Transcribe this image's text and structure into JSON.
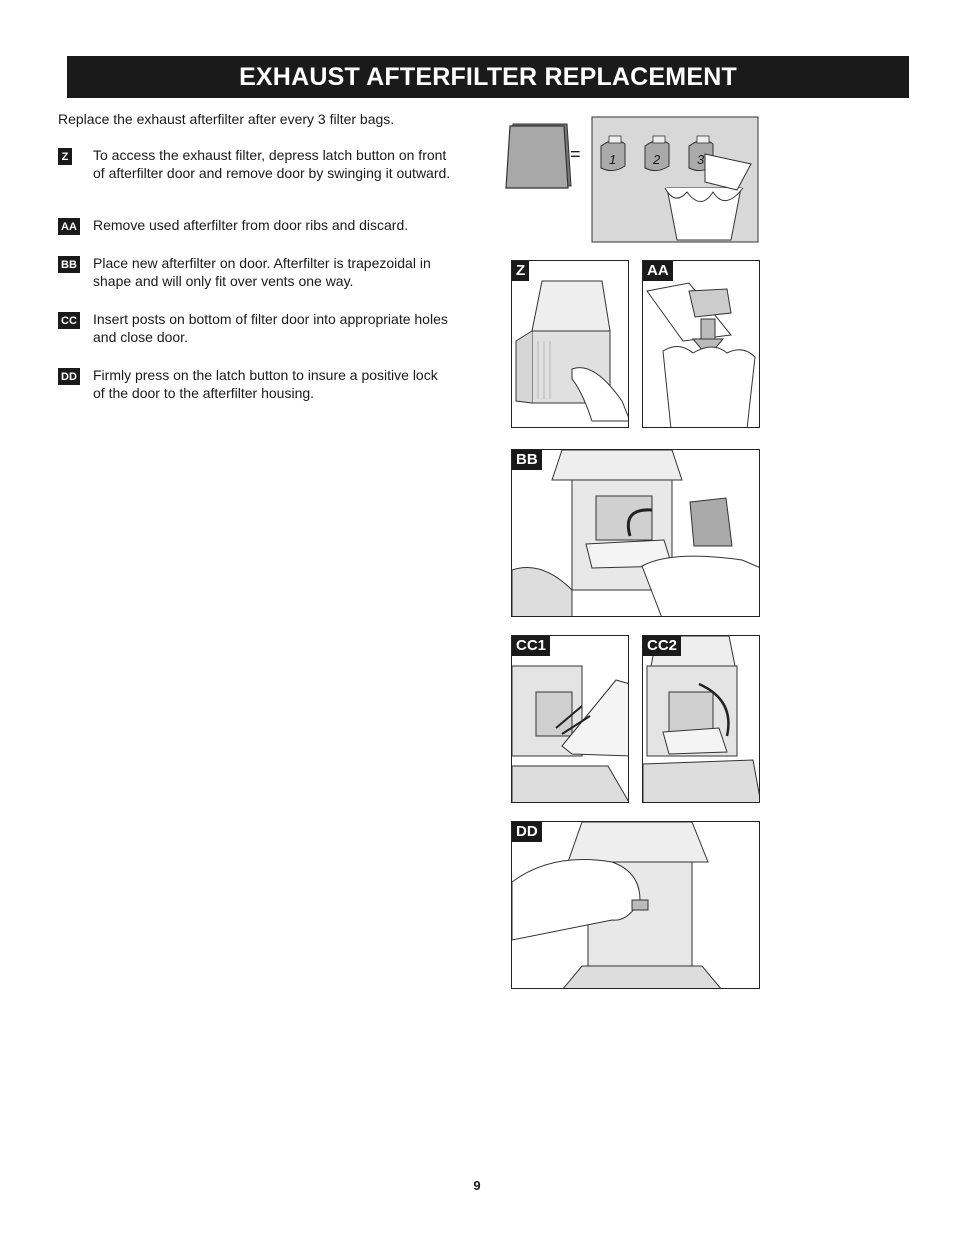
{
  "header": {
    "title": "EXHAUST AFTERFILTER REPLACEMENT"
  },
  "intro": "Replace the exhaust afterfilter after every 3 filter bags.",
  "steps": [
    {
      "badge": "Z",
      "text": "To access the exhaust filter, depress latch button on front of afterfilter door and remove door by swinging it outward."
    },
    {
      "badge": "AA",
      "text": "Remove used afterfilter from door ribs and discard."
    },
    {
      "badge": "BB",
      "text": "Place new afterfilter on door. Afterfilter is trapezoidal in shape and will only fit over vents one way."
    },
    {
      "badge": "CC",
      "text": "Insert posts on bottom of filter door into appropriate holes and close door."
    },
    {
      "badge": "DD",
      "text": "Firmly press on the latch button to insure a positive lock of the door to the afterfilter housing."
    }
  ],
  "figure_top": {
    "equals": "=",
    "bags": [
      "1",
      "2",
      "3"
    ]
  },
  "panels": {
    "z": "Z",
    "aa": "AA",
    "bb": "BB",
    "cc1": "CC1",
    "cc2": "CC2",
    "dd": "DD"
  },
  "page_number": "9"
}
